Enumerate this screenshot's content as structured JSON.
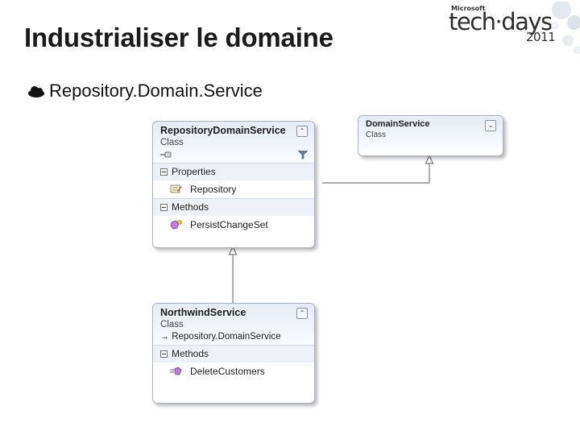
{
  "slide": {
    "title": "Industrialiser le domaine",
    "bullet": "Repository.Domain.Service"
  },
  "logo": {
    "small": "Microsoft",
    "main": "tech·days",
    "year": "2011"
  },
  "diagram": {
    "classes": [
      {
        "name": "RepositoryDomainService",
        "stereotype": "Class",
        "sections": [
          {
            "title": "Properties",
            "members": [
              {
                "label": "Repository",
                "icon": "property-icon"
              }
            ]
          },
          {
            "title": "Methods",
            "members": [
              {
                "label": "PersistChangeSet",
                "icon": "method-icon"
              }
            ]
          }
        ]
      },
      {
        "name": "DomainService",
        "stereotype": "Class"
      },
      {
        "name": "NorthwindService",
        "stereotype": "Class",
        "base": "Repository.DomainService",
        "sections": [
          {
            "title": "Methods",
            "members": [
              {
                "label": "DeleteCustomers",
                "icon": "method-icon"
              }
            ]
          }
        ]
      }
    ],
    "relations": [
      {
        "from": "RepositoryDomainService",
        "to": "DomainService",
        "type": "inheritance"
      },
      {
        "from": "NorthwindService",
        "to": "RepositoryDomainService",
        "type": "inheritance"
      }
    ],
    "colors": {
      "border": "#a9b2c2",
      "header": "#e6ebf5",
      "connector": "#7a7a7a"
    }
  }
}
